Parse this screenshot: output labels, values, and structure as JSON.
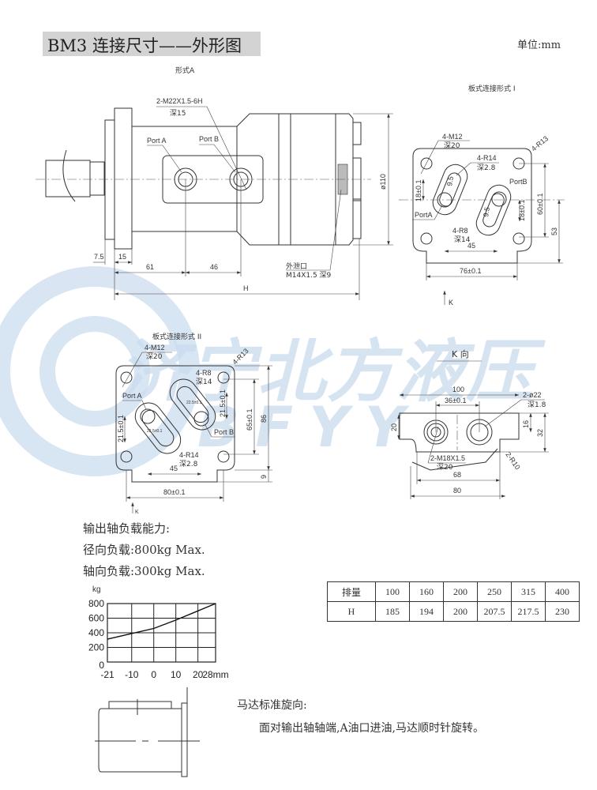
{
  "header": {
    "title": "BM3 连接尺寸——外形图",
    "unit": "单位:mm"
  },
  "watermark": {
    "company_cn": "济宁北方液压",
    "company_en": "BFYY",
    "color": "#c9dcee"
  },
  "form_a": {
    "label": "形式A",
    "port_thread": "2-M22X1.5-6H",
    "port_depth": "深15",
    "port_a": "Port A",
    "port_b": "Port B",
    "drain_label": "外泄口",
    "drain_thread": "M14X1.5 深9",
    "dims": {
      "pilot": "7.5",
      "flange": "15",
      "to_port_a": "61",
      "port_spacing": "46",
      "length": "H",
      "diameter": "ø110"
    }
  },
  "plate_1": {
    "title": "板式连接形式 I",
    "bolt": "4-M12",
    "bolt_depth": "深20",
    "corner_r": "4-R13",
    "slot_r": "4-R14",
    "slot_depth": "深2.8",
    "slot_small_r": "4-R8",
    "slot_small_depth": "深14",
    "port_a": "PortA",
    "port_b": "PortB",
    "offset": "9.5",
    "dims": {
      "offset_a": "18±0.1",
      "offset_b": "18±0.1",
      "bolt_v": "60±0.1",
      "height": "53",
      "port_spacing": "45",
      "bolt_h": "76±0.1"
    },
    "view_mark": "K"
  },
  "plate_2": {
    "title": "板式连接形式 II",
    "bolt": "4-M12",
    "bolt_depth": "深20",
    "corner_r": "4-R13",
    "slot_small_r": "4-R8",
    "slot_small_depth": "深14",
    "slot_r": "4-R14",
    "slot_depth": "深2.8",
    "port_a": "Port A",
    "port_b": "Port B",
    "small_note": "22.5±0.1",
    "dims": {
      "offset_a": "21.5±0.1",
      "offset_b": "21.5±0.1",
      "bolt_v": "65±0.1",
      "height": "86",
      "step": "9",
      "port_spacing": "45",
      "bolt_h": "80±0.1"
    },
    "view_mark": "K"
  },
  "k_view": {
    "title": "K 向",
    "port_dia": "2-ø22",
    "port_dia_depth": "深1.8",
    "thread": "2-M18X1.5",
    "thread_depth": "深20",
    "radius": "2-R10",
    "dims": {
      "width": "100",
      "port_spacing": "36±0.1",
      "inner": "68",
      "base": "80",
      "h16": "16",
      "h32": "32",
      "h20": "20"
    }
  },
  "load": {
    "heading": "输出轴负载能力:",
    "radial": "径向负载:800kg Max.",
    "axial": "轴向负载:300kg Max."
  },
  "chart_data": {
    "type": "line",
    "title": "",
    "ylabel": "kg",
    "xlabel": "mm",
    "x_ticks": [
      "-21",
      "-10",
      "0",
      "10",
      "20",
      "28mm"
    ],
    "y_ticks": [
      "0",
      "200",
      "400",
      "600",
      "800"
    ],
    "xlim": [
      -21,
      28
    ],
    "ylim": [
      0,
      800
    ],
    "grid": true,
    "x": [
      -21,
      -10,
      0,
      10,
      20,
      28
    ],
    "y": [
      312,
      390,
      459,
      574,
      700,
      800
    ]
  },
  "spec_table": {
    "rows": [
      [
        "排量",
        "100",
        "160",
        "200",
        "250",
        "315",
        "400"
      ],
      [
        "H",
        "185",
        "194",
        "200",
        "207.5",
        "217.5",
        "230"
      ]
    ]
  },
  "rotation": {
    "heading": "马达标准旋向:",
    "text": "面对输出轴轴端,A油口进油,马达顺时针旋转。"
  }
}
